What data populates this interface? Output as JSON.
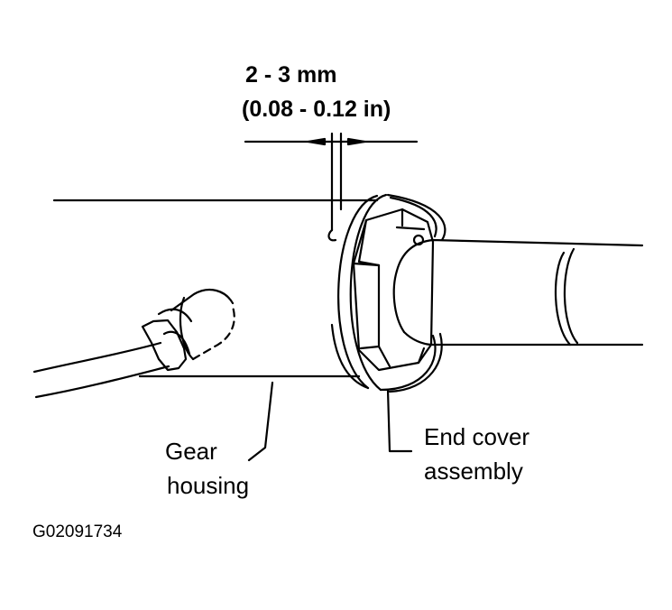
{
  "dimension": {
    "metric": "2 - 3 mm",
    "imperial": "(0.08 - 0.12 in)"
  },
  "callouts": {
    "gear_housing": [
      "Gear",
      "housing"
    ],
    "end_cover_assembly": [
      "End cover",
      "assembly"
    ]
  },
  "figure_id": "G02091734",
  "colors": {
    "line": "#000000",
    "background": "#ffffff"
  }
}
